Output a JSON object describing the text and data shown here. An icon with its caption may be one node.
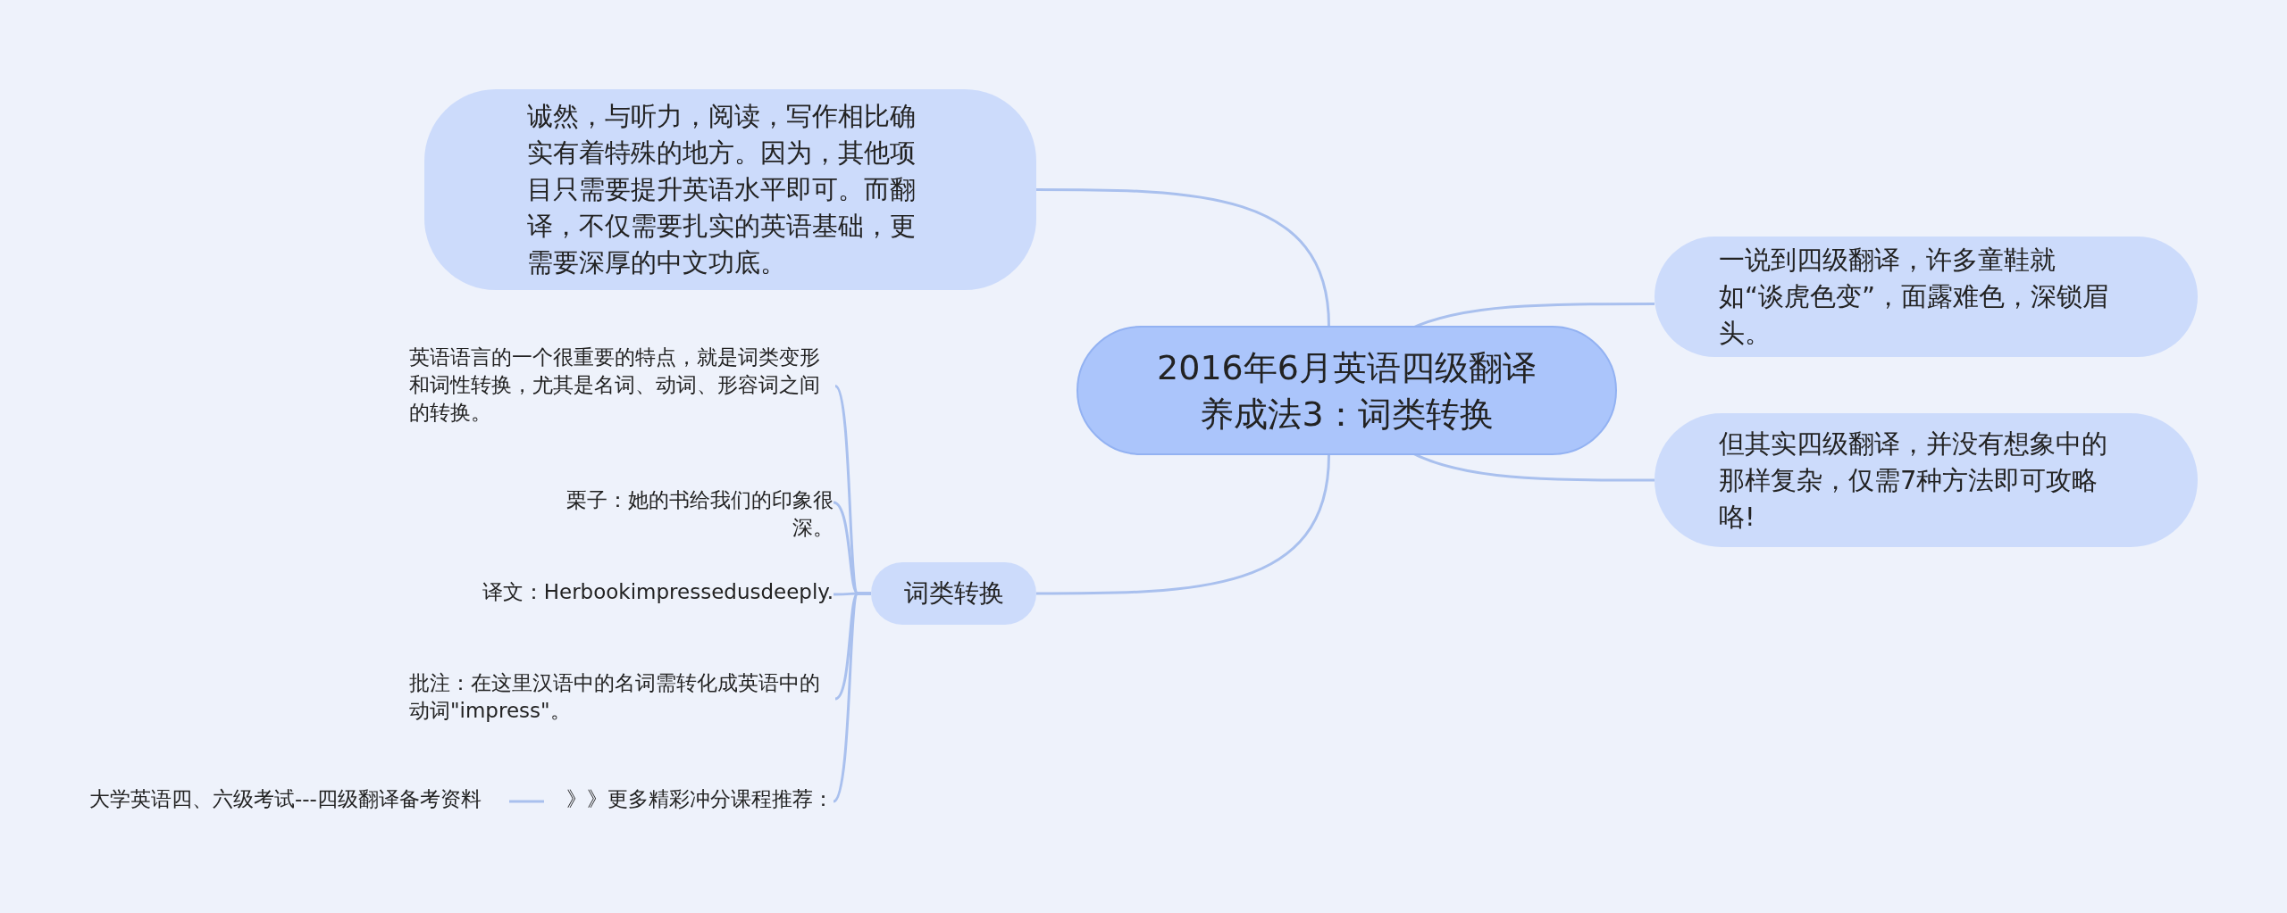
{
  "diagram": {
    "nodes": [
      {
        "text": [
          "2016年6月英语四级翻译养成法3：词类转换"
        ]
      },
      {
        "text": [
          "诚然，与听力，阅读，写作相比确实有着特殊的地方。因为，其他项目只需要提升英语水平即可。而翻译，不仅需要扎实的英语基础，更需要深厚的中文功底。"
        ]
      },
      {
        "text": [
          "一说到四级翻译，许多童鞋就如“谈虎色变”，面露难色，深锁眉头。"
        ]
      },
      {
        "text": [
          "但其实四级翻译，并没有想象中的那样复杂，仅需7种方法即可攻略咯!"
        ]
      },
      {
        "text": [
          "词类转换"
        ]
      },
      {
        "text": [
          "英语语言的一个很重要的特点，就是词类变形和词性转换，尤其是名词、动词、形容词之间的转换。"
        ]
      },
      {
        "text": [
          "栗子：她的书给我们的印象很深。"
        ]
      },
      {
        "text": [
          "译文：Herbookimpressedusdeeply."
        ]
      },
      {
        "text": [
          "批注：在这里汉语中的名词需转化成英语中的动词\"impress\"。"
        ]
      },
      {
        "text": [
          "》》更多精彩冲分课程推荐："
        ]
      },
      {
        "text": [
          "大学英语四、六级考试---四级翻译备考资料"
        ]
      }
    ],
    "edges": [
      {
        "from": 0,
        "to": 1,
        "arrow": "none"
      },
      {
        "from": 0,
        "to": 2,
        "arrow": "none"
      },
      {
        "from": 0,
        "to": 3,
        "arrow": "none"
      },
      {
        "from": 0,
        "to": 4,
        "arrow": "none"
      },
      {
        "from": 4,
        "to": 5,
        "arrow": "none"
      },
      {
        "from": 4,
        "to": 6,
        "arrow": "none"
      },
      {
        "from": 4,
        "to": 7,
        "arrow": "none"
      },
      {
        "from": 4,
        "to": 8,
        "arrow": "none"
      },
      {
        "from": 4,
        "to": 9,
        "arrow": "none"
      },
      {
        "from": 9,
        "to": 10,
        "arrow": "none"
      }
    ]
  }
}
